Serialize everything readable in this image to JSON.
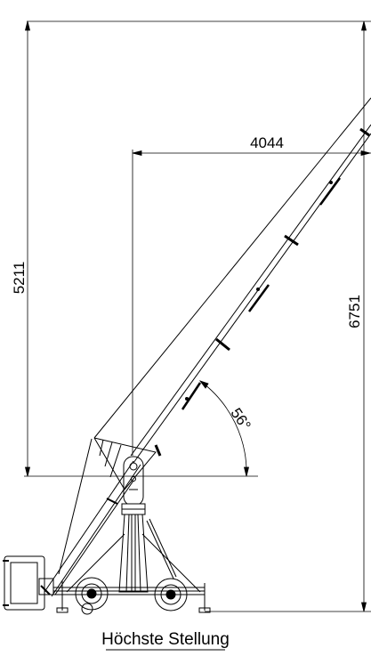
{
  "drawing": {
    "dimensions": {
      "vertical_height": "5211",
      "horizontal_reach": "4044",
      "total_height": "6751",
      "boom_angle": "56°"
    },
    "caption": "Höchste Stellung"
  }
}
